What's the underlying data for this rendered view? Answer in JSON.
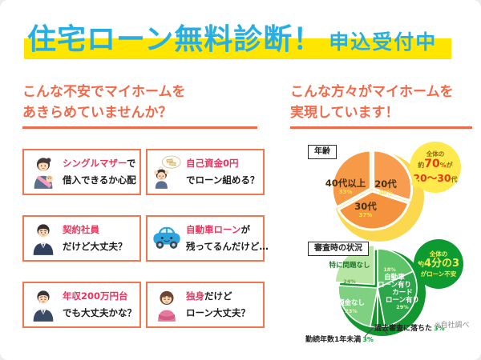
{
  "header": {
    "title_main": "住宅ローン無料診断！",
    "title_sub": "申込受付中",
    "accent_color": "#27aee2",
    "bar_color": "#ffe600"
  },
  "left": {
    "heading_line1": "こんな不安でマイホームを",
    "heading_line2": "あきらめていませんか？",
    "highlight_color": "#e8365f",
    "cards": [
      {
        "icon": "single-mother",
        "highlight": "シングルマザー",
        "rest": "で",
        "line2": "借入できるか心配"
      },
      {
        "icon": "no-own-funds-man",
        "highlight": "自己資金0円",
        "rest": "",
        "line2": "でローン組める？"
      },
      {
        "icon": "contract-employee",
        "highlight": "契約社員",
        "rest": "",
        "line2": "だけど大丈夫？"
      },
      {
        "icon": "car",
        "highlight": "自動車ローン",
        "rest": "が",
        "line2": "残ってるんだけど…"
      },
      {
        "icon": "low-income-man",
        "highlight": "年収200万円台",
        "rest": "",
        "line2": "でも大丈夫かな？"
      },
      {
        "icon": "single-woman",
        "highlight": "独身",
        "rest": "だけど",
        "line2": "ローン大丈夫？"
      }
    ]
  },
  "right": {
    "heading_line1": "こんな方々がマイホームを",
    "heading_line2": "実現しています！"
  },
  "source_note": "※自社調べ",
  "chart_data": [
    {
      "type": "pie",
      "title": "年齢",
      "legend_position": "none",
      "callout": {
        "l1": "全体の",
        "l2a": "約",
        "l2b": "70",
        "l2c": "%",
        "l2d": "が",
        "l3a": "20〜30",
        "l3b": "代"
      },
      "base_circle_color": "#fcd84e",
      "segments": [
        {
          "label": "20代",
          "value": 30,
          "pct": "30%",
          "color": "#f89c50"
        },
        {
          "label": "30代",
          "value": 37,
          "pct": "37%",
          "color": "#f5923e"
        },
        {
          "label": "40代以上",
          "value": 33,
          "pct": "33%",
          "color": "#f79a48"
        }
      ]
    },
    {
      "type": "pie",
      "title": "審査時の状況",
      "legend_position": "none",
      "callout": {
        "l1": "全体の",
        "l2a": "約",
        "l2b": "4分の3",
        "l3": "がローン不安"
      },
      "base_circle_color": "#12962e",
      "segments": [
        {
          "label": "自動車\nローン有り",
          "value": 18,
          "pct": "18%",
          "color": "#5ec369",
          "text": "#ffffff",
          "pct_color": "#f3f6c2"
        },
        {
          "label": "カード\nローン有り",
          "value": 29,
          "pct": "29%",
          "color": "#2da54a",
          "text": "#ffffff",
          "pct_color": "#f3f6c2"
        },
        {
          "label": "過去審査に落ちた",
          "value": 3,
          "pct": "3%",
          "color": "#0e8c28",
          "outside": true
        },
        {
          "label": "勤続年数1年未満",
          "value": 3,
          "pct": "3%",
          "color": "#14982f",
          "outside": true
        },
        {
          "label": "頭金なし",
          "value": 23,
          "pct": "23%",
          "color": "#80d081",
          "text": "#ffffff",
          "pct_color": "#f3f6c2"
        },
        {
          "label": "特に問題なし",
          "value": 24,
          "pct": "24%",
          "color": "#b7e5a3",
          "text": "#1e7a2c",
          "pct_color": "#6aa33d",
          "explode": 6
        }
      ]
    }
  ]
}
